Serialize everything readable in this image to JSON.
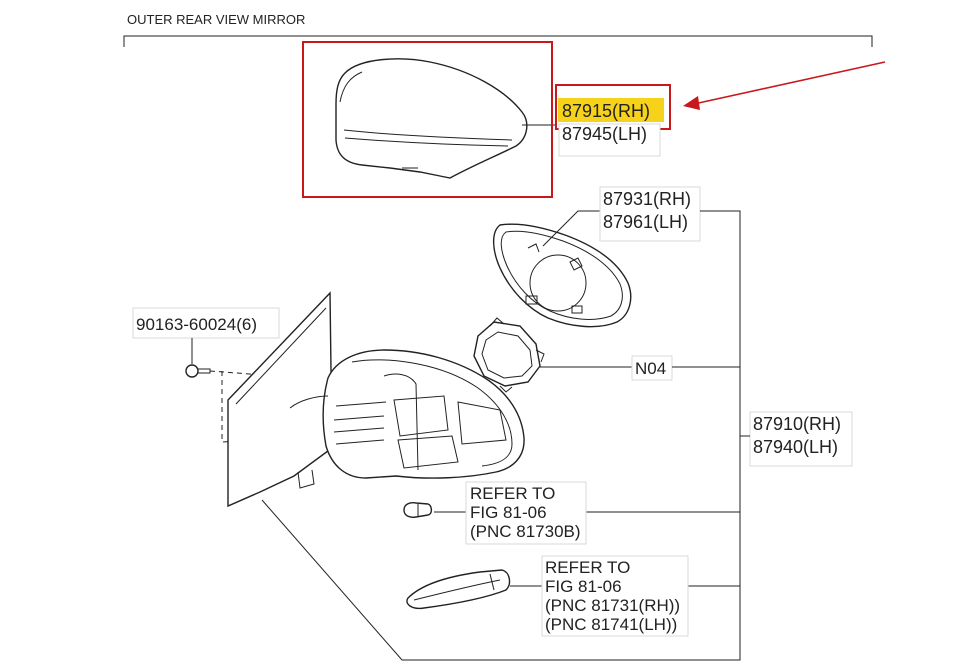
{
  "title": "OUTER REAR VIEW MIRROR",
  "parts": {
    "cover": {
      "rh": "87915(RH)",
      "lh": "87945(LH)"
    },
    "glass": {
      "rh": "87931(RH)",
      "lh": "87961(LH)"
    },
    "assembly": {
      "rh": "87910(RH)",
      "lh": "87940(LH)"
    },
    "screw": {
      "number": "90163-60024",
      "qty": "(6)"
    },
    "motor": {
      "code": "N04"
    },
    "bulb_ref": {
      "line1": "REFER TO",
      "line2": "FIG 81-06",
      "line3": "(PNC 81730B)"
    },
    "lamp_ref": {
      "line1": "REFER TO",
      "line2": "FIG 81-06",
      "line3": "(PNC 81731(RH))",
      "line4": "(PNC 81741(LH))"
    }
  },
  "highlight": {
    "box_color": "#c8181c",
    "fill_color": "#f7d21b",
    "arrow_color": "#c8181c"
  }
}
